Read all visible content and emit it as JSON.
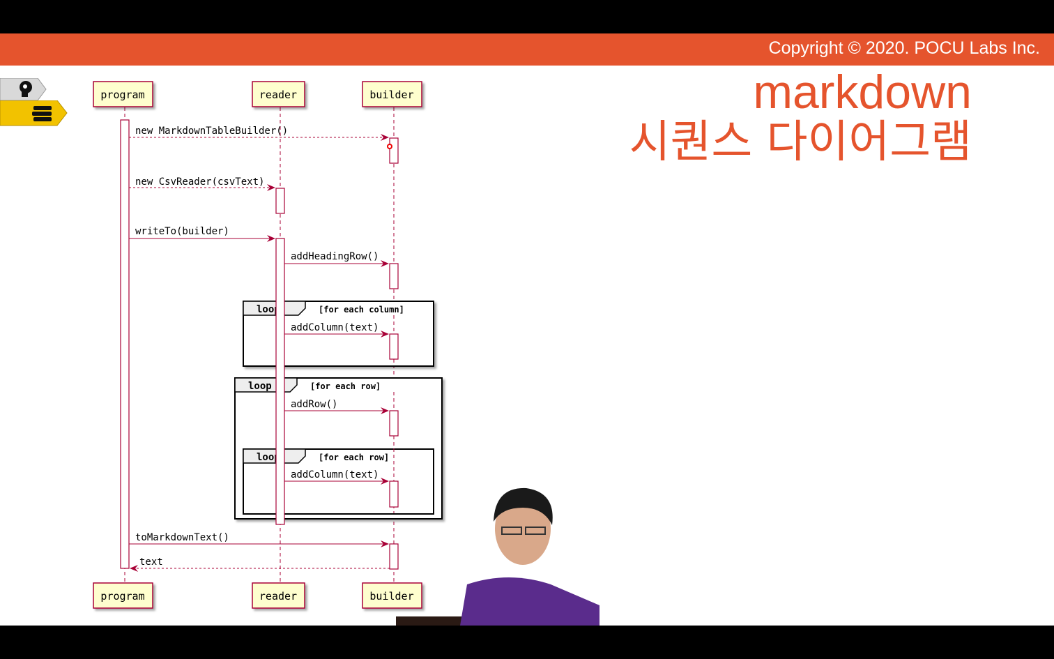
{
  "header": {
    "copyright": "Copyright © 2020. POCU Labs Inc."
  },
  "title": {
    "line1": "markdown",
    "line2": "시퀀스 다이어그램"
  },
  "sidebar": {
    "tabs": [
      {
        "icon": "brain-head-icon"
      },
      {
        "icon": "books-stack-icon"
      }
    ]
  },
  "diagram": {
    "participants": [
      "program",
      "reader",
      "builder"
    ],
    "messages": [
      "new MarkdownTableBuilder()",
      "new CsvReader(csvText)",
      "writeTo(builder)",
      "addHeadingRow()",
      "addColumn(text)",
      "addRow()",
      "addColumn(text)",
      "toMarkdownText()",
      "text"
    ],
    "loops": [
      {
        "keyword": "loop",
        "condition": "[for each column]"
      },
      {
        "keyword": "loop",
        "condition": "[for each row]"
      },
      {
        "keyword": "loop",
        "condition": "[for each row]"
      }
    ]
  },
  "colors": {
    "accent": "#e5542d",
    "arrow": "#a80036",
    "participant_fill": "#fefece",
    "participant_border": "#a80036"
  }
}
